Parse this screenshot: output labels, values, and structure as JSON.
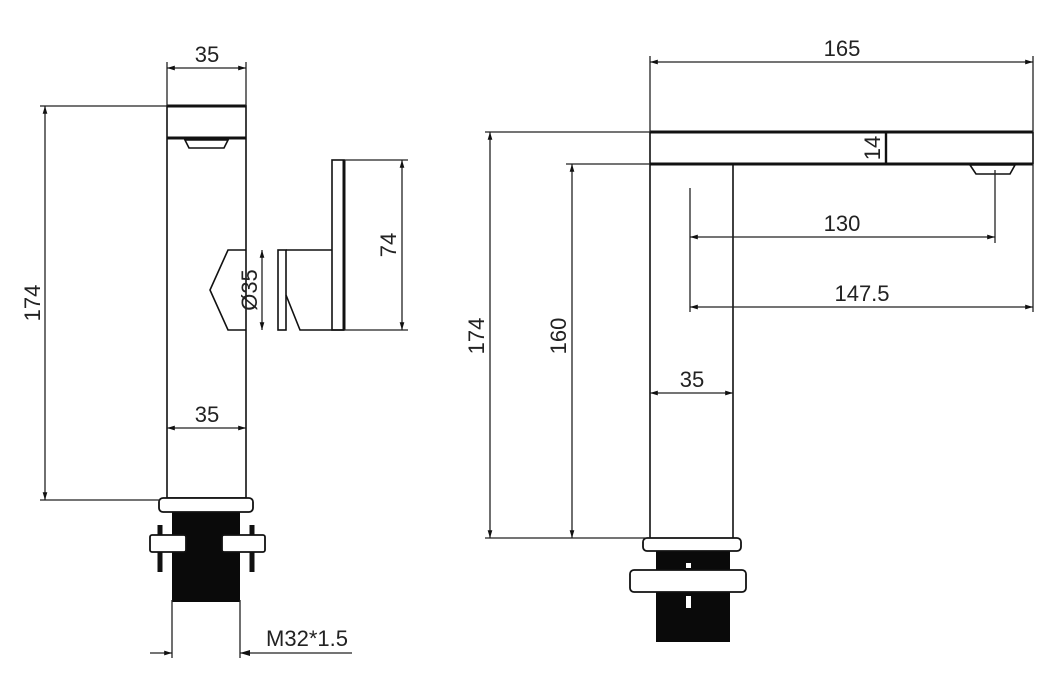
{
  "front_view": {
    "top_width": "35",
    "height": "174",
    "handle_height": "74",
    "handle_diameter": "Ø35",
    "body_width": "35",
    "thread": "M32*1.5"
  },
  "side_view": {
    "spout_length": "165",
    "spout_thickness": "14",
    "reach_to_aerator": "130",
    "reach_total": "147.5",
    "height": "174",
    "spout_underside_height": "160",
    "body_width": "35"
  }
}
